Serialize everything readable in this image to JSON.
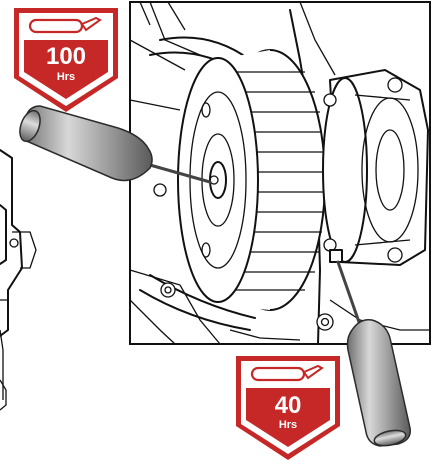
{
  "badges": {
    "top_left": {
      "value": "100",
      "unit": "Hrs",
      "icon": "grease-gun-icon"
    },
    "bottom_right": {
      "value": "40",
      "unit": "Hrs",
      "icon": "grease-gun-icon"
    }
  },
  "colors": {
    "badge_red": "#c62828",
    "steel_light": "#d9d9d9",
    "steel_dark": "#8a8a8a",
    "line": "#111111"
  }
}
